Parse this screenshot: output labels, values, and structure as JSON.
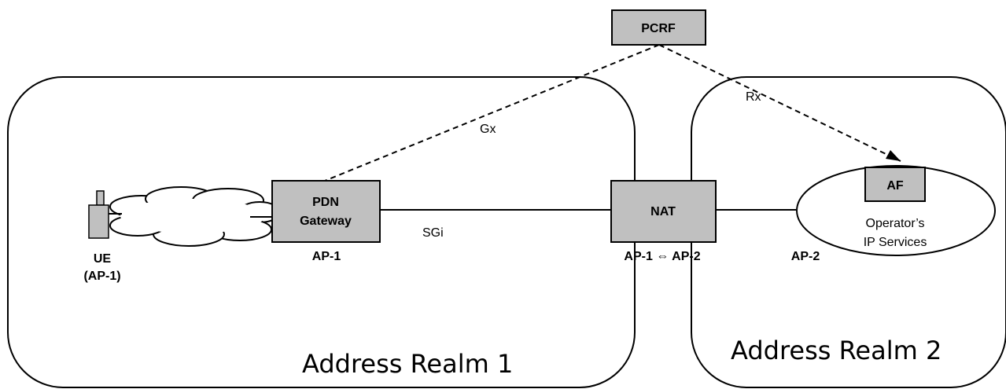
{
  "diagram": {
    "nodes": {
      "pcrf": "PCRF",
      "pdn_line1": "PDN",
      "pdn_line2": "Gateway",
      "nat": "NAT",
      "af": "AF",
      "services_line1": "Operator’s",
      "services_line2": "IP Services"
    },
    "interfaces": {
      "gx": "Gx",
      "rx": "Rx",
      "sgi": "SGi"
    },
    "labels": {
      "ue_line1": "UE",
      "ue_line2": "(AP-1)",
      "pdn_ap": "AP-1",
      "nat_ap": "AP-1 ⇔ AP-2",
      "af_ap": "AP-2"
    },
    "realms": {
      "realm1": "Address Realm 1",
      "realm2": "Address Realm 2"
    }
  },
  "colors": {
    "box_fill": "#c0c0c0",
    "stroke": "#000000"
  }
}
